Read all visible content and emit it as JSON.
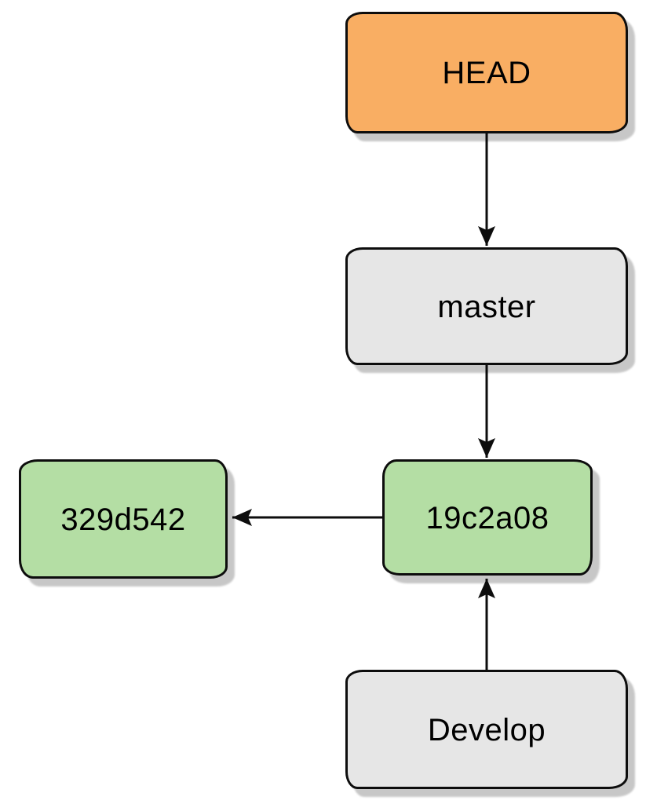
{
  "diagram": {
    "background": "#ffffff",
    "nodes": {
      "head": {
        "label": "HEAD",
        "fill": "#F9AE63"
      },
      "master": {
        "label": "master",
        "fill": "#E6E6E6"
      },
      "commit_19c2a08": {
        "label": "19c2a08",
        "fill": "#B4DEA4"
      },
      "commit_329d542": {
        "label": "329d542",
        "fill": "#B4DEA4"
      },
      "develop": {
        "label": "Develop",
        "fill": "#E6E6E6"
      }
    },
    "edges": [
      {
        "from": "HEAD",
        "to": "master",
        "direction": "down"
      },
      {
        "from": "master",
        "to": "19c2a08",
        "direction": "down"
      },
      {
        "from": "19c2a08",
        "to": "329d542",
        "direction": "left"
      },
      {
        "from": "Develop",
        "to": "19c2a08",
        "direction": "up"
      }
    ],
    "colors": {
      "border": "#0d0d0d",
      "arrow": "#0d0d0d",
      "text": "#000000",
      "shadow": "#c4c4c4"
    }
  }
}
